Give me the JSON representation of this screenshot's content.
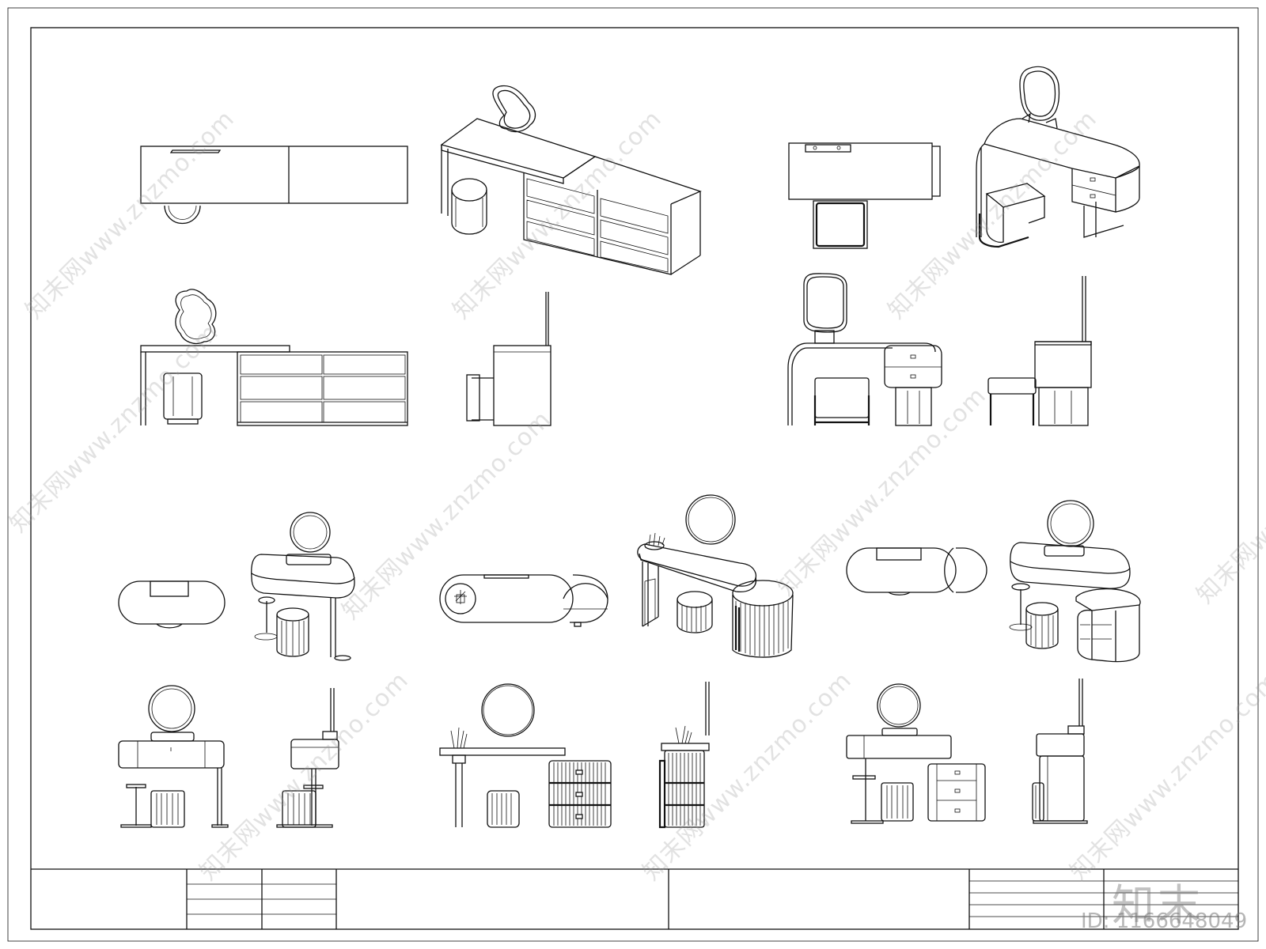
{
  "watermark": {
    "text": "知末网www.znzmo.com"
  },
  "brand": {
    "logo_text": "知末",
    "id_text": "ID: 1166648049"
  }
}
